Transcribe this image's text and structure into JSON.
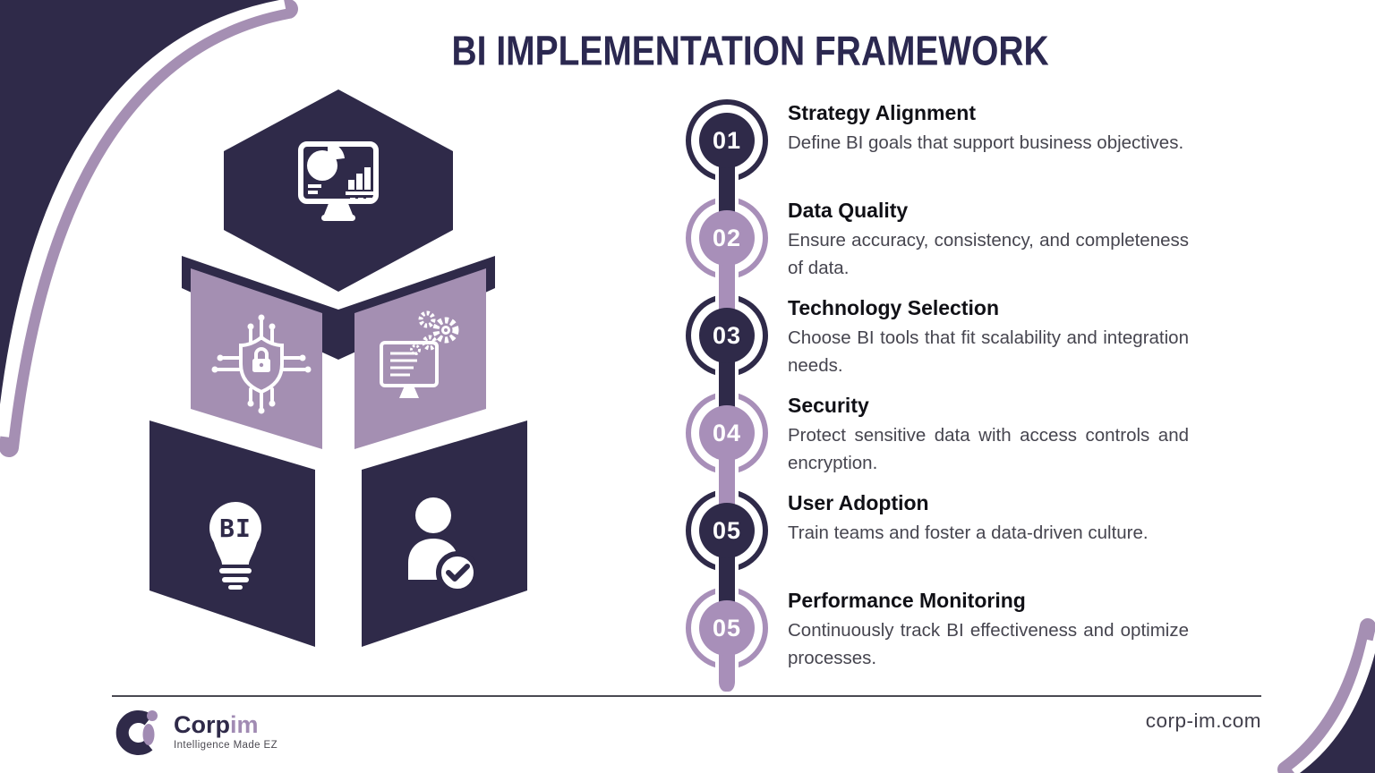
{
  "title": "BI IMPLEMENTATION FRAMEWORK",
  "colors": {
    "dark_navy": "#2f2a49",
    "light_purple_circle": "#a88fb9",
    "light_purple_face": "#a48fb2",
    "crescent_purple": "#a58fb3",
    "heading_text": "#101016",
    "body_text": "#46454f",
    "title_text": "#2b2850",
    "white": "#ffffff"
  },
  "pyramid": {
    "bulb_label": "BI",
    "blocks": [
      {
        "position": "top-hexagon",
        "icon": "dashboard-monitor-icon",
        "tone": "dark"
      },
      {
        "position": "middle-left-face",
        "icon": "shield-lock-network-icon",
        "tone": "light"
      },
      {
        "position": "middle-right-face",
        "icon": "monitor-gears-icon",
        "tone": "light"
      },
      {
        "position": "bottom-left-face",
        "icon": "bi-lightbulb-icon",
        "tone": "dark"
      },
      {
        "position": "bottom-right-face",
        "icon": "person-check-icon",
        "tone": "dark"
      }
    ]
  },
  "steps": [
    {
      "number": "01",
      "title": "Strategy Alignment",
      "description": "Define BI goals that support business objectives.",
      "tone": "dark"
    },
    {
      "number": "02",
      "title": "Data Quality",
      "description": "Ensure accuracy, consistency, and completeness of data.",
      "tone": "light"
    },
    {
      "number": "03",
      "title": "Technology Selection",
      "description": "Choose BI tools that fit scalability and integration needs.",
      "tone": "dark"
    },
    {
      "number": "04",
      "title": "Security",
      "description": "Protect sensitive data with access controls and encryption.",
      "tone": "light"
    },
    {
      "number": "05",
      "title": "User Adoption",
      "description": "Train teams and foster a data-driven culture.",
      "tone": "dark"
    },
    {
      "number": "05",
      "title": "Performance Monitoring",
      "description": "Continuously track BI effectiveness and optimize processes.",
      "tone": "light"
    }
  ],
  "footer": {
    "logo_primary": "Corp",
    "logo_secondary": "im",
    "tagline": "Intelligence Made EZ",
    "website": "corp-im.com"
  }
}
